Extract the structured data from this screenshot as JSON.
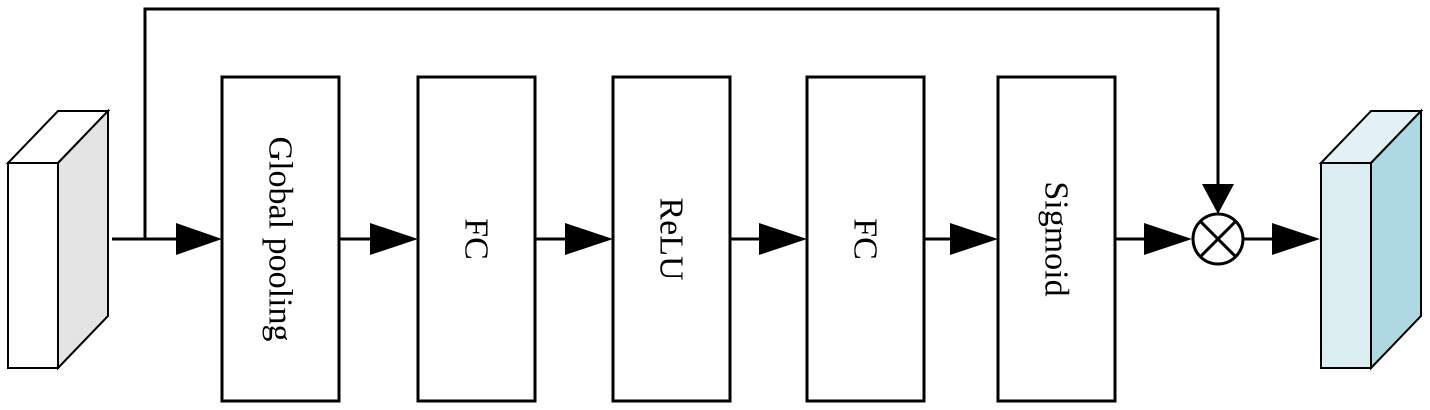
{
  "colors": {
    "stroke": "#000000",
    "input_front": "#ffffff",
    "input_side": "#e4e4e4",
    "input_top": "#ffffff",
    "output_front": "#dcedf2",
    "output_side": "#aed8e2",
    "output_top": "#e3f1f5"
  },
  "blocks": [
    {
      "id": "global-pooling",
      "label": "Global pooling"
    },
    {
      "id": "fc-1",
      "label": "FC"
    },
    {
      "id": "relu",
      "label": "ReLU"
    },
    {
      "id": "fc-2",
      "label": "FC"
    },
    {
      "id": "sigmoid",
      "label": "Sigmoid"
    }
  ],
  "operator": {
    "symbol": "multiply",
    "icon": "circle-times-icon"
  }
}
